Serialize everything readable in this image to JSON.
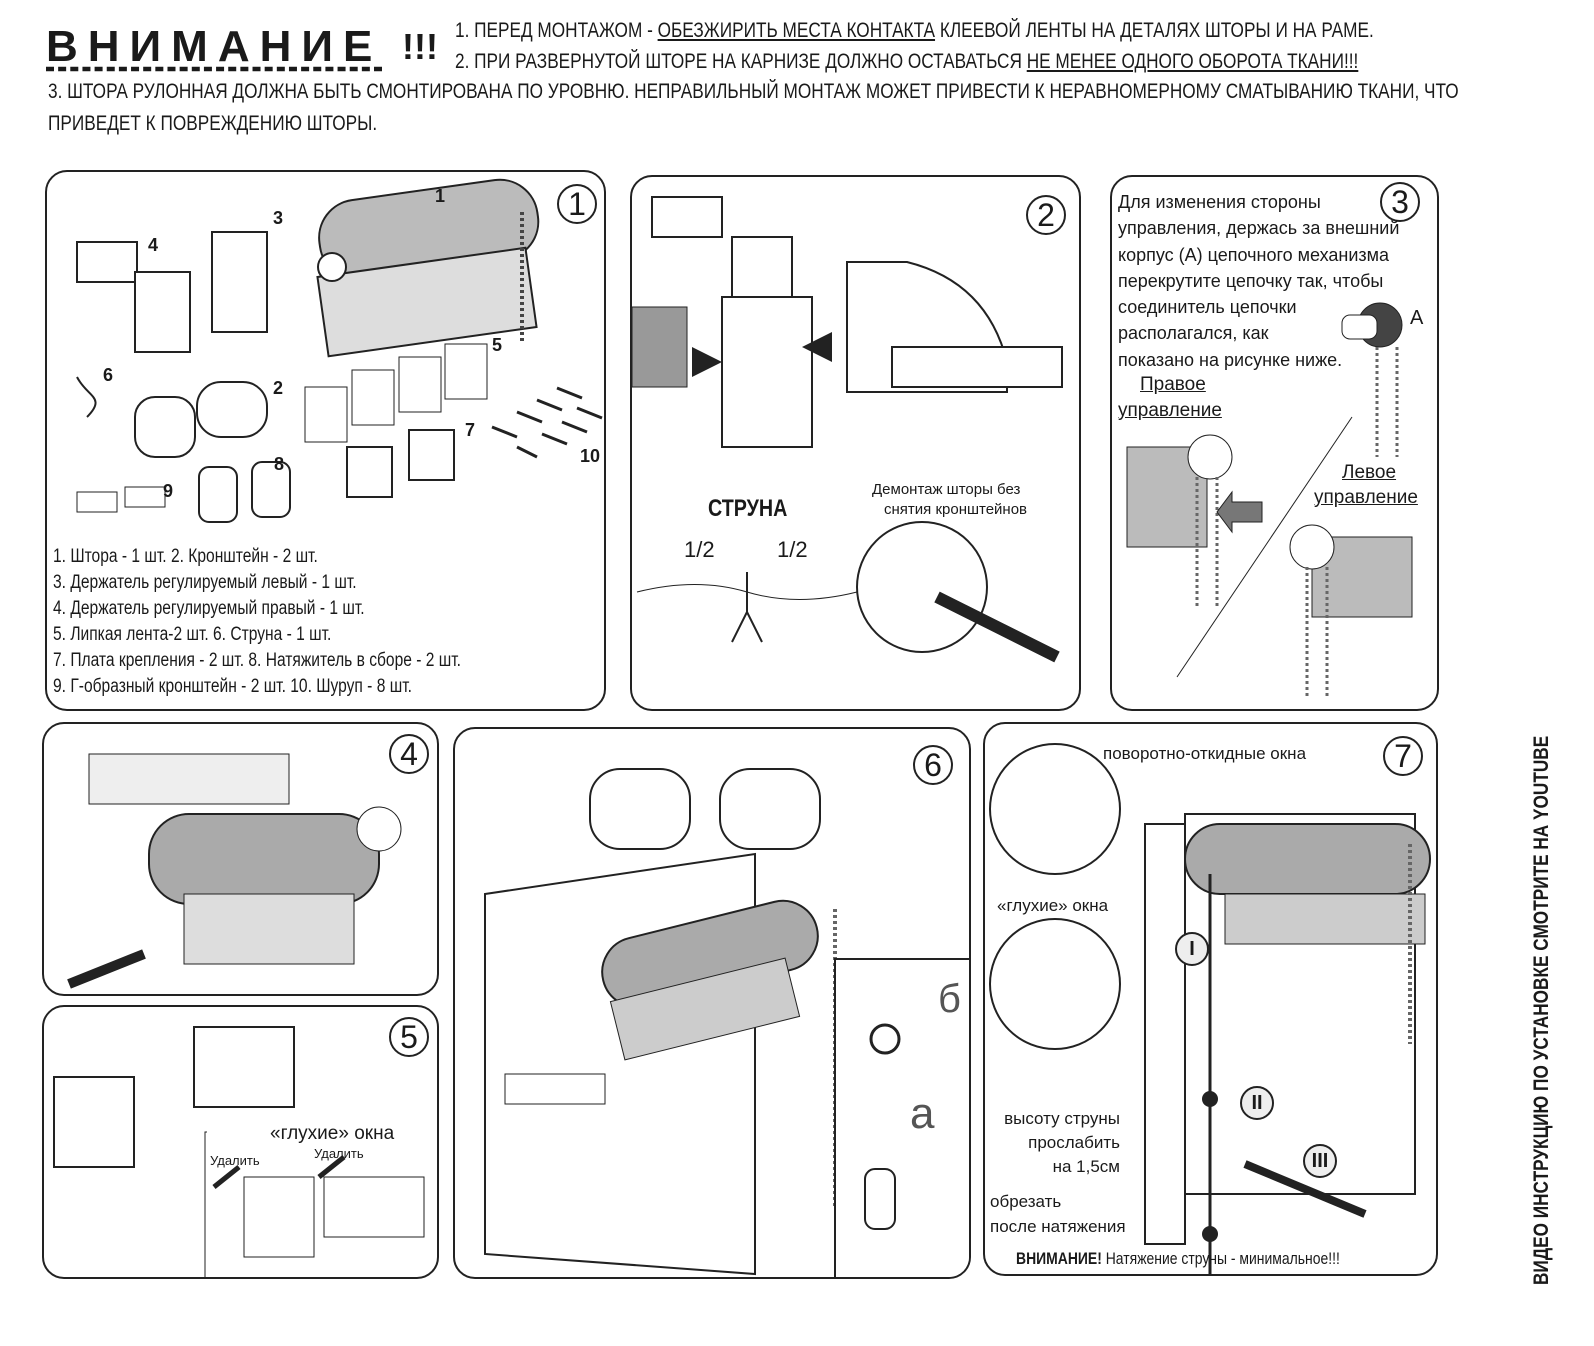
{
  "header": {
    "title": "ВНИМАНИЕ",
    "exclaim": "!!!",
    "note1_prefix": "1. ПЕРЕД МОНТАЖОМ - ",
    "note1_underlined": "ОБЕЗЖИРИТЬ МЕСТА КОНТАКТА",
    "note1_suffix": " КЛЕЕВОЙ ЛЕНТЫ НА ДЕТАЛЯХ ШТОРЫ И НА РАМЕ.",
    "note2_prefix": "2. ПРИ РАЗВЕРНУТОЙ ШТОРЕ НА КАРНИЗЕ ДОЛЖНО ОСТАВАТЬСЯ ",
    "note2_underlined": "НЕ МЕНЕЕ ОДНОГО ОБОРОТА ТКАНИ!!!",
    "note3_line1": "3. ШТОРА РУЛОННАЯ ДОЛЖНА БЫТЬ СМОНТИРОВАНА ПО УРОВНЮ. НЕПРАВИЛЬНЫЙ МОНТАЖ МОЖЕТ ПРИВЕСТИ К НЕРАВНОМЕРНОМУ СМАТЫВАНИЮ ТКАНИ, ЧТО",
    "note3_line2": "ПРИВЕДЕТ К ПОВРЕЖДЕНИЮ ШТОРЫ."
  },
  "panel1": {
    "step": "1",
    "part_labels": [
      "1",
      "2",
      "3",
      "4",
      "5",
      "6",
      "7",
      "8",
      "9",
      "10"
    ],
    "parts_list": [
      "1. Штора - 1 шт. 2. Кронштейн - 2 шт.",
      "3. Держатель регулируемый левый - 1 шт.",
      "4. Держатель регулируемый правый - 1 шт.",
      "5. Липкая лента-2 шт. 6. Струна - 1 шт.",
      "7. Плата крепления - 2 шт.  8. Натяжитель в сборе - 2 шт.",
      "9. Г-образный кронштейн - 2 шт. 10. Шуруп - 8 шт."
    ]
  },
  "panel2": {
    "step": "2",
    "string_label": "СТРУНА",
    "half_left": "1/2",
    "half_right": "1/2",
    "dismount_line1": "Демонтаж шторы без",
    "dismount_line2": "снятия кронштейнов"
  },
  "panel3": {
    "step": "3",
    "text_lines": [
      "Для изменения стороны",
      "управления, держась за внешний",
      "корпус (А) цепочного механизма",
      "перекрутите цепочку так, чтобы",
      "соединитель цепочки",
      "располагался, как",
      "показано на рисунке ниже."
    ],
    "label_a": "А",
    "right_line1": "Правое",
    "right_line2": "управление",
    "left_line1": "Левое",
    "left_line2": "управление"
  },
  "panel4": {
    "step": "4"
  },
  "panel5": {
    "step": "5",
    "blind_windows": "«глухие» окна",
    "remove1": "Удалить",
    "remove2": "Удалить"
  },
  "panel6": {
    "step": "6",
    "label_b": "б",
    "label_a": "а"
  },
  "panel7": {
    "step": "7",
    "tilt_windows": "поворотно-откидные окна",
    "blind_windows": "«глухие» окна",
    "slack_line1": "высоту струны",
    "slack_line2": "прослабить",
    "slack_line3": "на 1,5см",
    "cut_line1": "обрезать",
    "cut_line2": "после натяжения",
    "warning_bold": "ВНИМАНИЕ!",
    "warning_text": " Натяжение струны - минимальное!!!",
    "roman": [
      "I",
      "II",
      "III"
    ]
  },
  "side_text": "ВИДЕО ИНСТРУКЦИЮ ПО УСТАНОВКЕ СМОТРИТЕ НА YOUTUBE"
}
